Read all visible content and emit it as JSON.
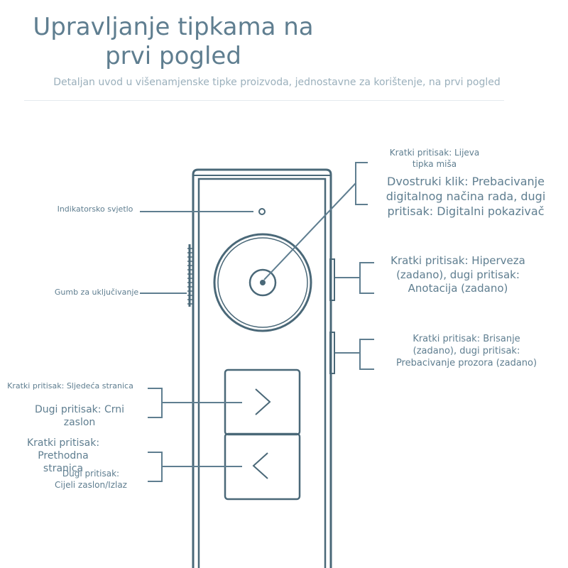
{
  "header": {
    "title_line1": "Upravljanje tipkama na",
    "title_line2": "prvi pogled",
    "subtitle": "Detaljan uvod u višenamjenske tipke proizvoda, jednostavne za korištenje, na prvi pogled"
  },
  "labels": {
    "indicator": "Indikatorsko svjetlo",
    "power": "Gumb za uključivanje",
    "mouse_short_line1": "Kratki pritisak: Lijeva",
    "mouse_short_line2": "tipka miša",
    "mouse_double_line1": "Dvostruki klik: Prebacivanje",
    "mouse_double_line2": "digitalnog načina rada, dugi",
    "mouse_double_line3": "pritisak: Digitalni pokazivač",
    "hyperlink_line1": "Kratki pritisak: Hiperveza",
    "hyperlink_line2": "(zadano), dugi pritisak:",
    "hyperlink_line3": "Anotacija (zadano)",
    "erase_line1": "Kratki pritisak: Brisanje",
    "erase_line2": "(zadano), dugi pritisak:",
    "erase_line3": "Prebacivanje prozora (zadano)",
    "next_short": "Kratki pritisak: Sljedeća stranica",
    "next_long_line1": "Dugi pritisak: Crni",
    "next_long_line2": "zaslon",
    "prev_short_line1": "Kratki pritisak:",
    "prev_short_line2": "Prethodna stranica",
    "prev_long_line1": "Dugi pritisak:",
    "prev_long_line2": "Cijeli zaslon/Izlaz"
  },
  "colors": {
    "device_stroke": "#4a6878",
    "leader": "#5f7e90",
    "text": "#5f7e90",
    "subtitle": "#9bb0bc"
  },
  "icons": {
    "next": "chevron-right-icon",
    "prev": "chevron-left-icon"
  }
}
